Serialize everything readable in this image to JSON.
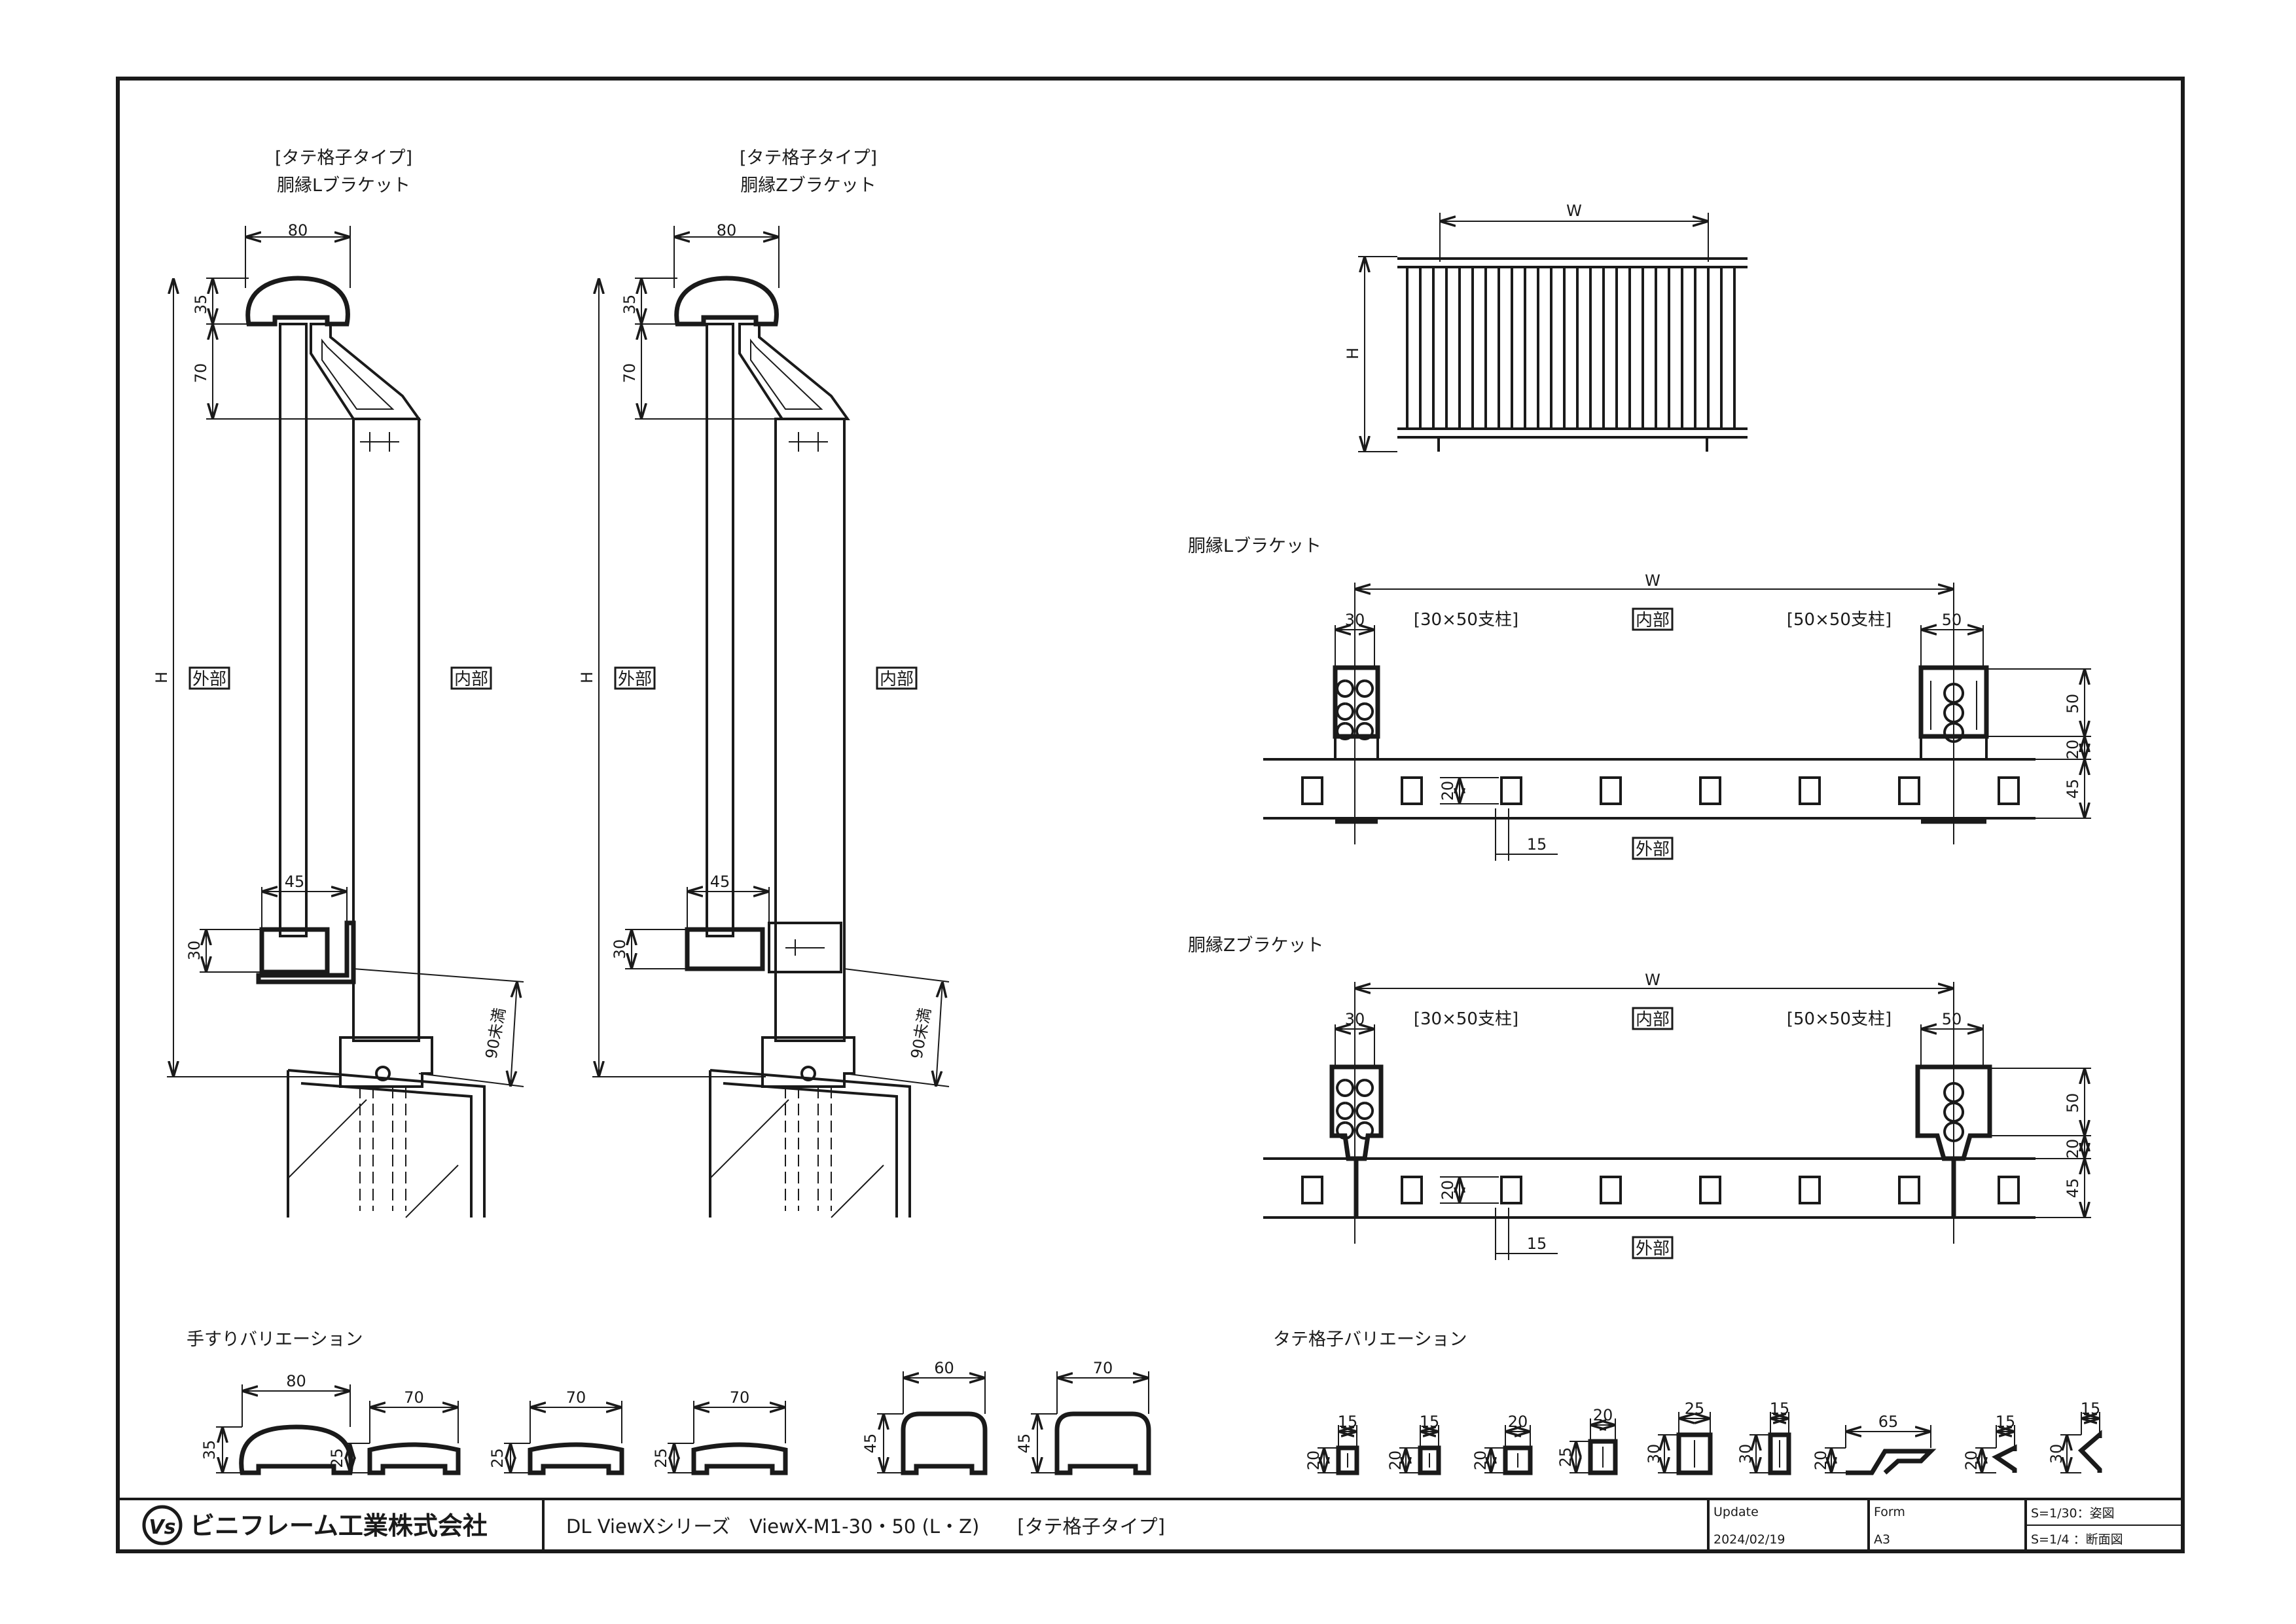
{
  "elevation": {
    "left": {
      "title1": "[タテ格子タイプ]",
      "title2": "胴縁Lブラケット",
      "dim_top": "80",
      "dim_35": "35",
      "dim_70": "70",
      "dim_h": "H",
      "dim_45": "45",
      "dim_30": "30",
      "dim_90": "90未満",
      "outside": "外部",
      "inside": "内部"
    },
    "right": {
      "title1": "[タテ格子タイプ]",
      "title2": "胴縁Zブラケット",
      "dim_top": "80",
      "dim_35": "35",
      "dim_70": "70",
      "dim_h": "H",
      "dim_45": "45",
      "dim_30": "30",
      "dim_90": "90未満",
      "outside": "外部",
      "inside": "内部"
    }
  },
  "front_view": {
    "dim_w": "W",
    "dim_h": "H"
  },
  "plan_l": {
    "title": "胴縁Lブラケット",
    "dim_w": "W",
    "d30": "30",
    "d50": "50",
    "post_left": "[30×50支柱]",
    "post_right": "[50×50支柱]",
    "inside": "内部",
    "outside": "外部",
    "d50v": "50",
    "d20v": "20",
    "d45v": "45",
    "d20": "20",
    "d15": "15"
  },
  "plan_z": {
    "title": "胴縁Zブラケット",
    "dim_w": "W",
    "d30": "30",
    "d50": "50",
    "post_left": "[30×50支柱]",
    "post_right": "[50×50支柱]",
    "inside": "内部",
    "outside": "外部",
    "d50v": "50",
    "d20v": "20",
    "d45v": "45",
    "d20": "20",
    "d15": "15"
  },
  "handrail_variation": {
    "title": "手すりバリエーション",
    "items": [
      {
        "w": "80",
        "h": "35"
      },
      {
        "w": "70",
        "h": "25"
      },
      {
        "w": "70",
        "h": "25"
      },
      {
        "w": "70",
        "h": "25"
      },
      {
        "w": "60",
        "h": "45"
      },
      {
        "w": "70",
        "h": "45"
      }
    ]
  },
  "lattice_variation": {
    "title": "タテ格子バリエーション",
    "items": [
      {
        "w": "15",
        "h": "20"
      },
      {
        "w": "15",
        "h": "20"
      },
      {
        "w": "20",
        "h": "20"
      },
      {
        "w": "20",
        "h": "25"
      },
      {
        "w": "25",
        "h": "30"
      },
      {
        "w": "15",
        "h": "30"
      },
      {
        "w": "65",
        "h": "20"
      },
      {
        "w": "15",
        "h": "20"
      },
      {
        "w": "15",
        "h": "30"
      }
    ]
  },
  "title_block": {
    "company": "ビニフレーム工業株式会社",
    "product": "DL ViewXシリーズ　ViewX-M1-30・50 (L・Z)　　[タテ格子タイプ]",
    "update_label": "Update",
    "update_value": "2024/02/19",
    "form_label": "Form",
    "form_value": "A3",
    "scale1": "S=1/30：姿図",
    "scale2": "S=1/4 ：断面図"
  }
}
